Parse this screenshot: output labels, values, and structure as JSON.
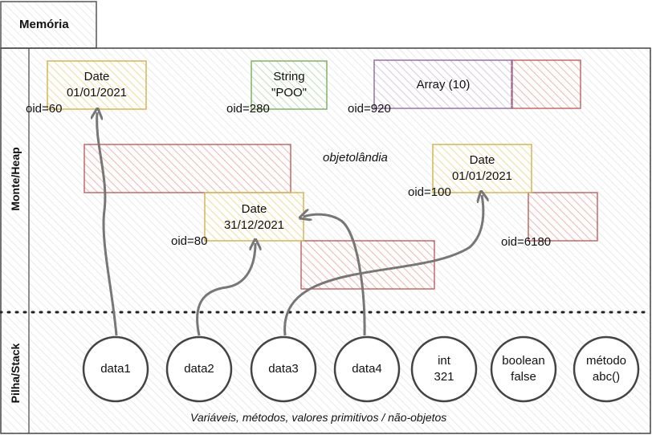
{
  "tab": {
    "label": "Memória"
  },
  "regions": {
    "heap_label": "Monte/Heap",
    "stack_label": "Pilha/Stack"
  },
  "heap": {
    "caption": "objetolândia",
    "objects": [
      {
        "type": "Date",
        "value": "01/01/2021",
        "oid": "oid=60"
      },
      {
        "type": "String",
        "value": "\"POO\"",
        "oid": "oid=280"
      },
      {
        "type": "Array (10)",
        "value": "",
        "oid": "oid=920"
      },
      {
        "type": "Date",
        "value": "31/12/2021",
        "oid": "oid=80"
      },
      {
        "type": "Date",
        "value": "01/01/2021",
        "oid": "oid=100"
      },
      {
        "type": "",
        "value": "",
        "oid": "oid=6180"
      }
    ]
  },
  "stack": {
    "caption": "Variáveis, métodos, valores primitivos / não-objetos",
    "items": [
      {
        "line1": "data1",
        "line2": ""
      },
      {
        "line1": "data2",
        "line2": ""
      },
      {
        "line1": "data3",
        "line2": ""
      },
      {
        "line1": "data4",
        "line2": ""
      },
      {
        "line1": "int",
        "line2": "321"
      },
      {
        "line1": "boolean",
        "line2": "false"
      },
      {
        "line1": "método",
        "line2": "abc()"
      }
    ]
  },
  "colors": {
    "date_border": "#d6b656",
    "date_fill": "#fff2cc",
    "string_border": "#82b366",
    "string_fill": "#d5e8d4",
    "array_border": "#9673a6",
    "array_fill": "#e1d5e7",
    "free_border": "#b85450",
    "free_fill": "#f8cecc",
    "arrow": "#777777"
  }
}
